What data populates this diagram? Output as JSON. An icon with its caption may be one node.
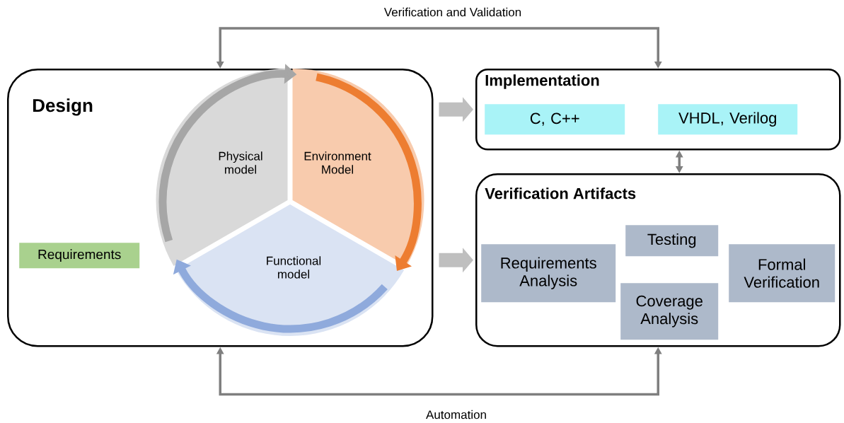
{
  "diagram": {
    "nodes": [
      {
        "text": [
          "Design"
        ]
      },
      {
        "text": [
          "Physical model"
        ],
        "in": 0
      },
      {
        "text": [
          "Environment Model"
        ],
        "in": 0
      },
      {
        "text": [
          "Functional model"
        ],
        "in": 0
      },
      {
        "text": [
          "Requirements"
        ],
        "in": 0
      },
      {
        "text": [
          "Implementation"
        ]
      },
      {
        "text": [
          "C, C++"
        ],
        "in": 5
      },
      {
        "text": [
          "VHDL, Verilog"
        ],
        "in": 5
      },
      {
        "text": [
          "Verification Artifacts"
        ]
      },
      {
        "text": [
          "Requirements Analysis"
        ],
        "in": 8
      },
      {
        "text": [
          "Testing"
        ],
        "in": 8
      },
      {
        "text": [
          "Coverage Analysis"
        ],
        "in": 8
      },
      {
        "text": [
          "Formal Verification"
        ],
        "in": 8
      }
    ],
    "edges": [
      {
        "from": 0,
        "to": 5,
        "arrow": "both",
        "label": "Verification and Validation"
      },
      {
        "from": 0,
        "to": 8,
        "arrow": "both",
        "label": "Automation"
      },
      {
        "from": 0,
        "to": 5,
        "arrow": "to",
        "style": "thick",
        "color": "#bfbfbf"
      },
      {
        "from": 0,
        "to": 8,
        "arrow": "to",
        "style": "thick",
        "color": "#bfbfbf"
      },
      {
        "from": 5,
        "to": 8,
        "arrow": "both"
      },
      {
        "from": 1,
        "to": 2,
        "arrow": "to",
        "color": "#a6a6a6"
      },
      {
        "from": 2,
        "to": 3,
        "arrow": "to",
        "color": "#ed7d31"
      },
      {
        "from": 3,
        "to": 1,
        "arrow": "to",
        "color": "#8faadc"
      }
    ]
  }
}
